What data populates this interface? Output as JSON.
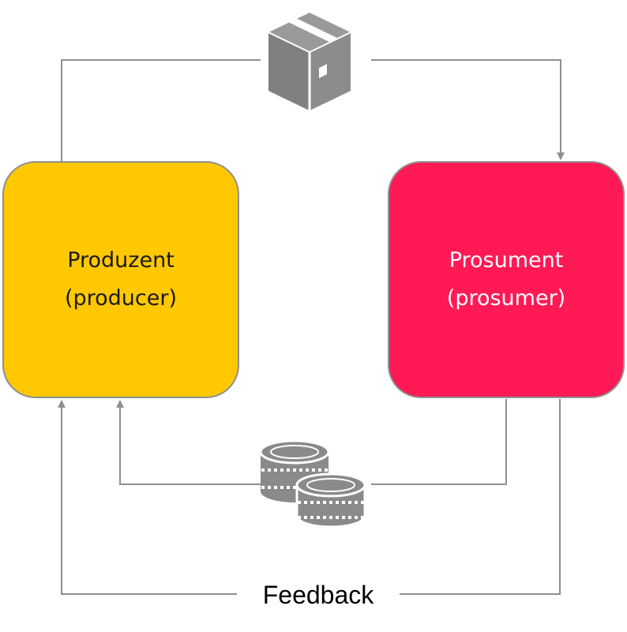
{
  "nodes": {
    "producer": {
      "line1": "Produzent",
      "line2": "(producer)",
      "fill": "#ffc800"
    },
    "prosumer": {
      "line1": "Prosument",
      "line2": "(prosumer)",
      "fill": "#ff1a55"
    }
  },
  "flows": {
    "feedback_label": "Feedback"
  },
  "icons": {
    "product": "package-box-icon",
    "payment": "coin-stack-icon"
  },
  "colors": {
    "connector": "#8f8f8f",
    "icon": "#8a8a8a"
  }
}
